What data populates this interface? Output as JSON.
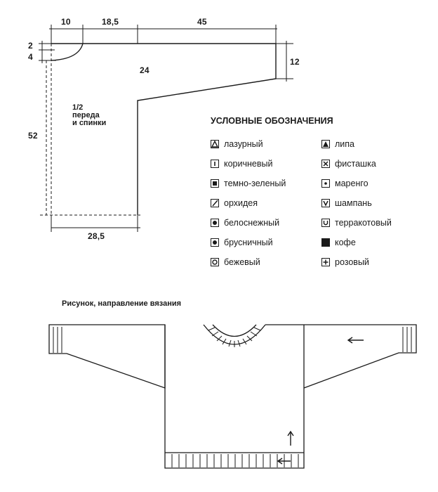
{
  "dimensions": {
    "neck_width": "10",
    "shoulder_width": "18,5",
    "sleeve_length": "45",
    "neck_depth_top": "2",
    "neck_depth_bottom": "4",
    "armhole_depth": "24",
    "sleeve_cuff_width": "12",
    "body_length": "52",
    "body_half_width": "28,5"
  },
  "pattern_label": [
    "1/2",
    "переда",
    "и спинки"
  ],
  "legend": {
    "title": "УСЛОВНЫЕ ОБОЗНАЧЕНИЯ",
    "left_column": [
      {
        "label": "лазурный",
        "icon": "triangle-outline-icon"
      },
      {
        "label": "коричневый",
        "icon": "vertical-bar-icon"
      },
      {
        "label": "темно-зеленый",
        "icon": "filled-square-icon"
      },
      {
        "label": "орхидея",
        "icon": "slash-icon"
      },
      {
        "label": "белоснежный",
        "icon": "filled-circle-icon"
      },
      {
        "label": "брусничный",
        "icon": "filled-circle-icon"
      },
      {
        "label": "бежевый",
        "icon": "circle-outline-icon"
      }
    ],
    "right_column": [
      {
        "label": "липа",
        "icon": "triangle-filled-icon"
      },
      {
        "label": "фисташка",
        "icon": "cross-x-icon"
      },
      {
        "label": "маренго",
        "icon": "small-dot-icon"
      },
      {
        "label": "шампань",
        "icon": "letter-v-icon"
      },
      {
        "label": "терракотовый",
        "icon": "letter-u-icon"
      },
      {
        "label": "кофе",
        "icon": "solid-black-square-icon"
      },
      {
        "label": "розовый",
        "icon": "plus-icon"
      }
    ]
  },
  "section_title": "Рисунок, направление вязания"
}
